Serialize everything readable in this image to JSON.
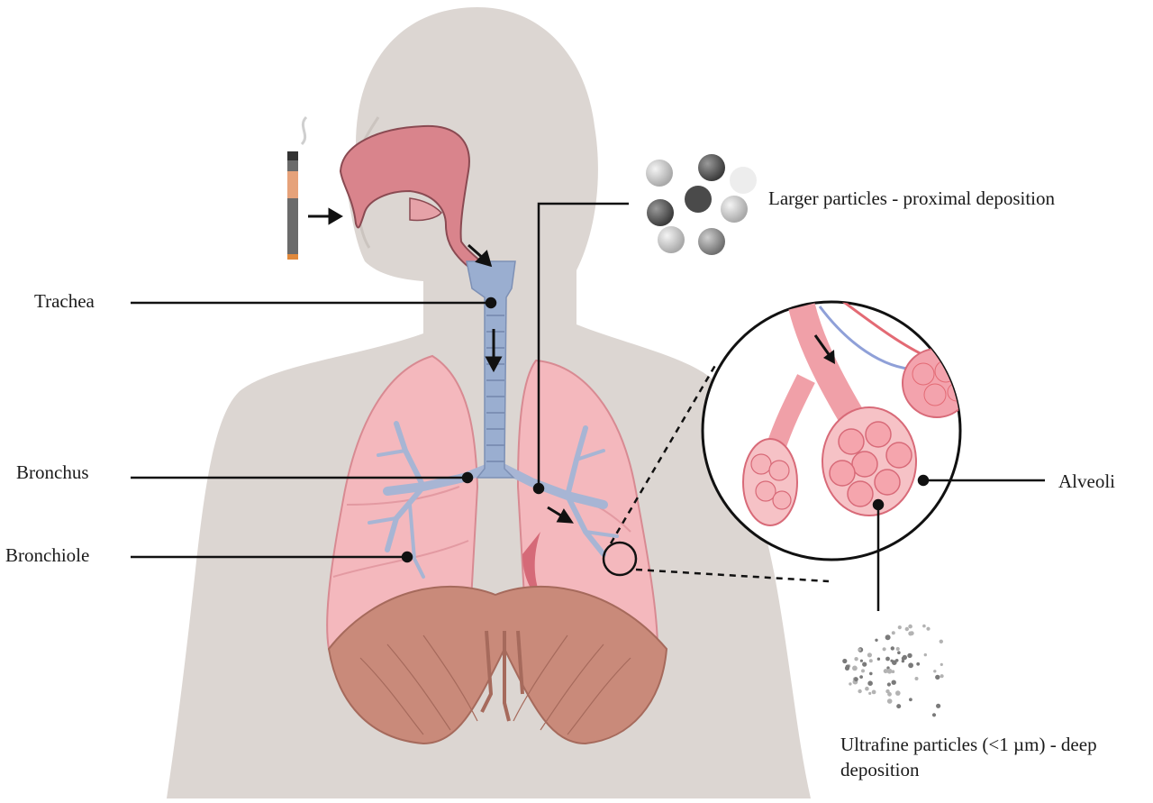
{
  "labels": {
    "trachea": "Trachea",
    "bronchus": "Bronchus",
    "bronchiole": "Bronchiole",
    "larger_particles": "Larger particles - proximal deposition",
    "alveoli": "Alveoli",
    "ultrafine_particles": "Ultrafine particles (<1 µm) - deep deposition"
  },
  "colors": {
    "body_silhouette": "#dcd6d2",
    "airway_pink": "#d9848c",
    "trachea_blue": "#9aaed0",
    "lung_pink": "#f4b8bd",
    "diaphragm": "#c98a7a",
    "particle_gray": "#8a8a8a",
    "leader_line": "#111111"
  },
  "icons": [
    "e-cigarette-icon",
    "particle-cluster-icon",
    "ultrafine-particles-icon",
    "alveoli-zoom-icon"
  ]
}
